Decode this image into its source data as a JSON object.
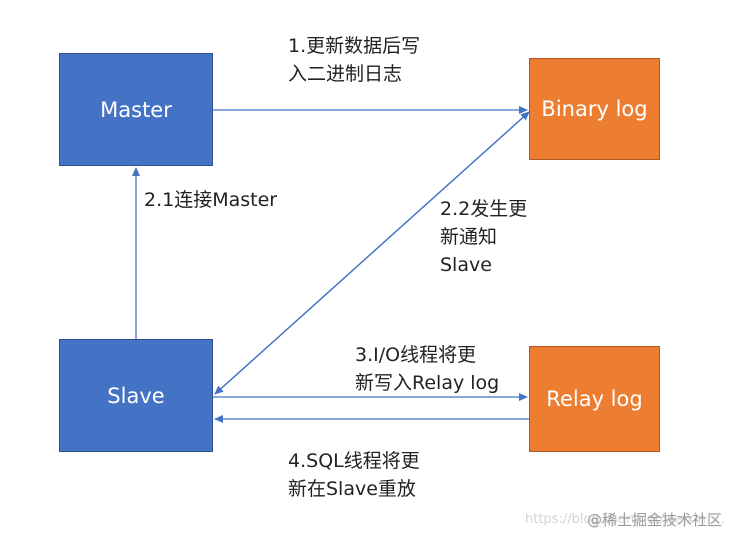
{
  "nodes": {
    "master": "Master",
    "binary_log": "Binary log",
    "slave": "Slave",
    "relay_log": "Relay log"
  },
  "edges": {
    "step1": {
      "line1": "1.更新数据后写",
      "line2": "入二进制日志"
    },
    "step2_1": {
      "line1": "2.1连接Master"
    },
    "step2_2": {
      "line1": "2.2发生更",
      "line2": "新通知",
      "line3": "Slave"
    },
    "step3": {
      "line1": "3.I/O线程将更",
      "line2": "新写入Relay log"
    },
    "step4": {
      "line1": "4.SQL线程将更",
      "line2": "新在Slave重放"
    }
  },
  "colors": {
    "node_blue": "#4472c4",
    "node_orange": "#ed7d31",
    "arrow": "#4472c4",
    "text": "#222222"
  },
  "watermark": {
    "url": "https://blog.csdn.net/weixin_...",
    "brand": "@稀土掘金技术社区"
  }
}
